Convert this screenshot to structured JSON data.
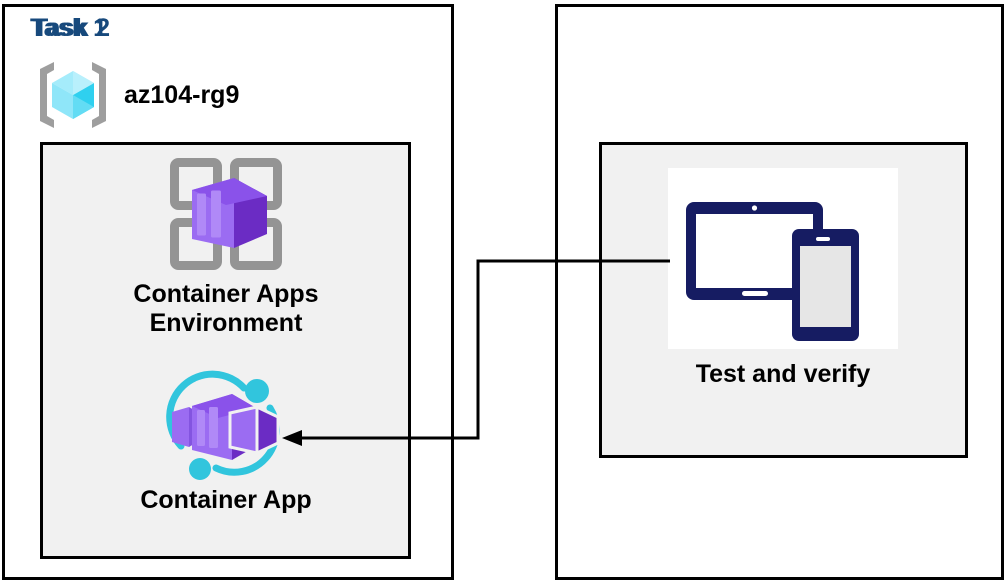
{
  "diagram": {
    "title_color": "#17497c",
    "panel_border_color": "#000000",
    "inner_box_fill": "#f1f1f1",
    "connector_color": "#000000",
    "panels": [
      {
        "id": "task1",
        "title": "Task 1",
        "resource_group": {
          "icon": "resource-group-icon",
          "label": "az104-rg9"
        },
        "figures": [
          {
            "icon": "container-apps-environment-icon",
            "label": "Container Apps\nEnvironment"
          },
          {
            "icon": "container-app-icon",
            "label": "Container App"
          }
        ]
      },
      {
        "id": "task2",
        "title": "Task 2",
        "figures": [
          {
            "icon": "test-and-verify-devices-icon",
            "label": "Test and verify"
          }
        ]
      }
    ],
    "connector": {
      "name": "task2-to-container-app-arrow",
      "from": "test-and-verify",
      "to": "container-app",
      "arrow_direction": "left"
    },
    "palette": {
      "azure_blue_title": "#17497c",
      "resource_group_cyan_light": "#9fe9fb",
      "resource_group_cyan_mid": "#50dcf5",
      "resource_group_cyan_dark": "#22c7e6",
      "bracket_grey": "#9e9e9e",
      "container_purple_light": "#9b6cf2",
      "container_purple_mid": "#8354e0",
      "container_purple_dark": "#6b2cc4",
      "grid_grey": "#949494",
      "accent_cyan": "#31c5dd",
      "device_navy": "#161c62",
      "device_screen_grey": "#e6e6e6"
    }
  }
}
